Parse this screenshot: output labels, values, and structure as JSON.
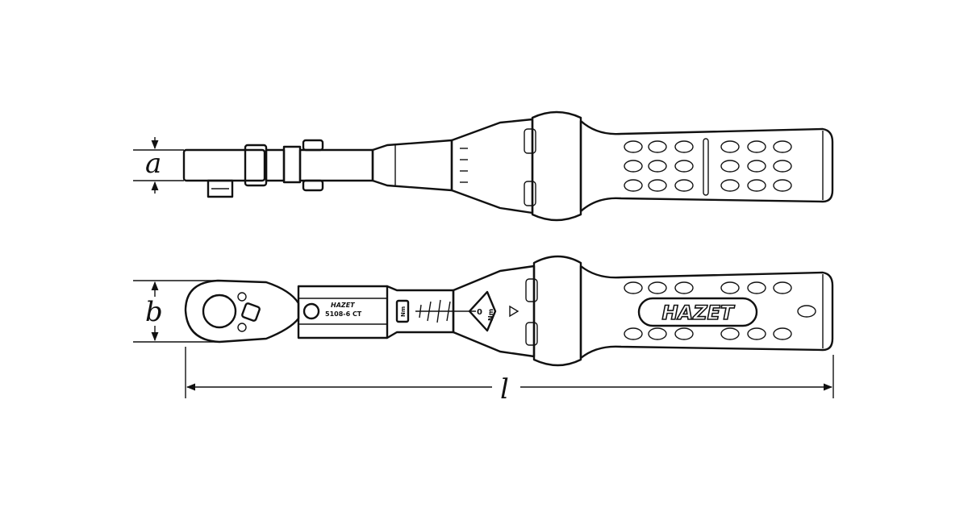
{
  "dimensions": {
    "a": "a",
    "b": "b",
    "l": "l"
  },
  "markings": {
    "brand": "HAZET",
    "model": "5108-6 CT",
    "unit": "Nm",
    "scale_zero": "0",
    "scale_unit": "Nm"
  },
  "colors": {
    "line": "#111111",
    "background": "#ffffff"
  }
}
